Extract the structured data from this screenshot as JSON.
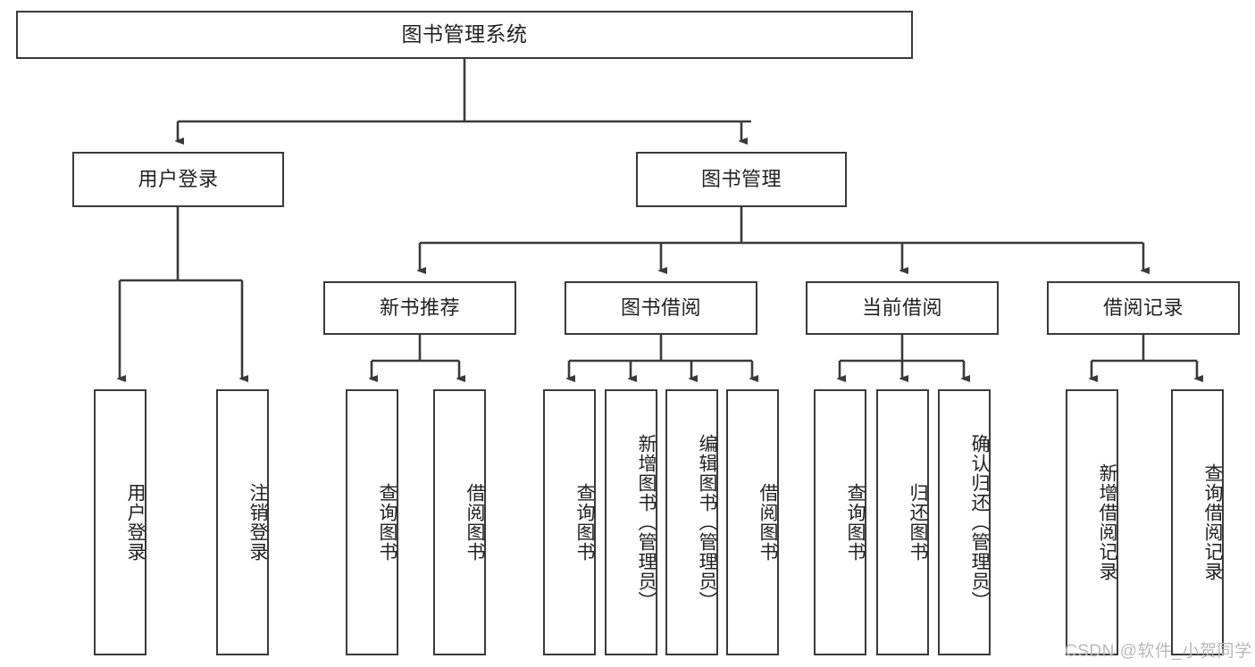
{
  "diagram": {
    "title": "图书管理系统",
    "root": {
      "label": "图书管理系统"
    },
    "level2": [
      {
        "label": "用户登录"
      },
      {
        "label": "图书管理"
      }
    ],
    "level3": [
      {
        "label": "新书推荐"
      },
      {
        "label": "图书借阅"
      },
      {
        "label": "当前借阅"
      },
      {
        "label": "借阅记录"
      }
    ],
    "leaves": {
      "user_login": [
        {
          "label": "用户登录"
        },
        {
          "label": "注销登录"
        }
      ],
      "new_book_rec": [
        {
          "label": "查询图书"
        },
        {
          "label": "借阅图书"
        }
      ],
      "book_borrow": [
        {
          "label": "查询图书"
        },
        {
          "label": "新增图书（管理员）"
        },
        {
          "label": "编辑图书（管理员）"
        },
        {
          "label": "借阅图书"
        }
      ],
      "current_borrow": [
        {
          "label": "查询图书"
        },
        {
          "label": "归还图书"
        },
        {
          "label": "确认归还（管理员）"
        }
      ],
      "borrow_record": [
        {
          "label": "新增借阅记录"
        },
        {
          "label": "查询借阅记录"
        }
      ]
    }
  },
  "watermark": {
    "text": "CSDN @软件_小贺同学"
  },
  "colors": {
    "box_border": "#3a3a3a",
    "box_fill": "#ffffff",
    "text": "#222222",
    "connector": "#3a3a3a",
    "watermark": "#b9b9b9",
    "background": "#ffffff"
  }
}
